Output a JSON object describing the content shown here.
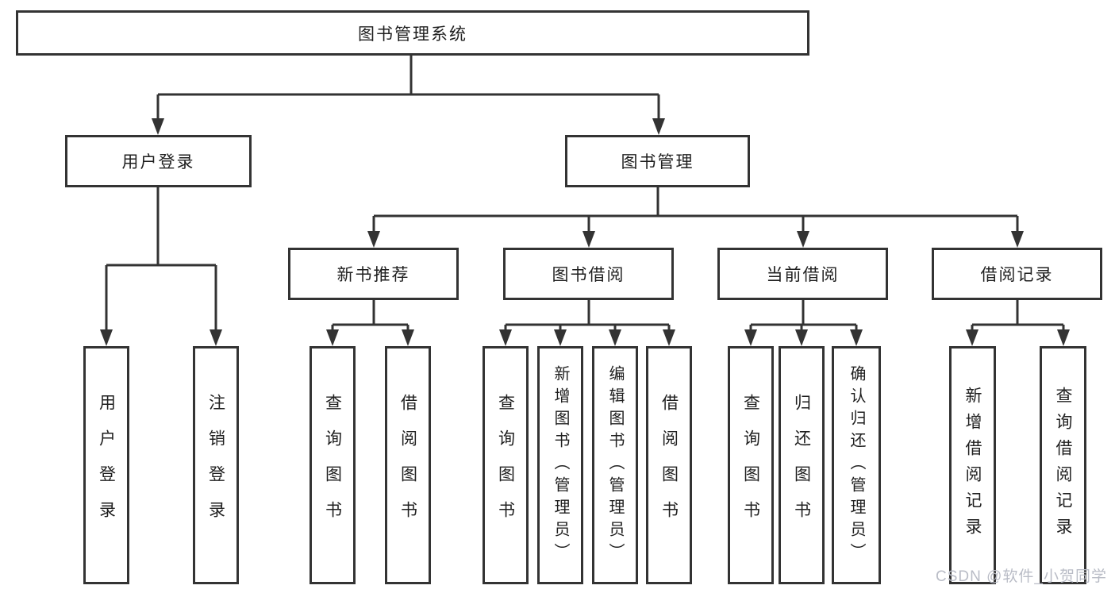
{
  "colors": {
    "line": "#333333",
    "text": "#1f1f1f",
    "background": "#ffffff",
    "watermark": "#b9bcc6"
  },
  "watermark": "CSDN @软件_小贺同学",
  "nodes": {
    "root": {
      "label": "图书管理系统"
    },
    "userLogin": {
      "label": "用户登录"
    },
    "bookManagement": {
      "label": "图书管理"
    },
    "newBooks": {
      "label": "新书推荐"
    },
    "bookBorrow": {
      "label": "图书借阅"
    },
    "currentBorrow": {
      "label": "当前借阅"
    },
    "borrowRecords": {
      "label": "借阅记录"
    }
  },
  "leaves": [
    {
      "id": "user-login",
      "parent": "用户登录",
      "label": "用户登录"
    },
    {
      "id": "logout",
      "parent": "用户登录",
      "label": "注销登录"
    },
    {
      "id": "query-books-1",
      "parent": "新书推荐",
      "label": "查询图书"
    },
    {
      "id": "borrow-books-1",
      "parent": "新书推荐",
      "label": "借阅图书"
    },
    {
      "id": "query-books-2",
      "parent": "图书借阅",
      "label": "查询图书"
    },
    {
      "id": "add-book-admin",
      "parent": "图书借阅",
      "label": "新增图书（管理员）"
    },
    {
      "id": "edit-book-admin",
      "parent": "图书借阅",
      "label": "编辑图书（管理员）"
    },
    {
      "id": "borrow-books-2",
      "parent": "图书借阅",
      "label": "借阅图书"
    },
    {
      "id": "query-books-3",
      "parent": "当前借阅",
      "label": "查询图书"
    },
    {
      "id": "return-books",
      "parent": "当前借阅",
      "label": "归还图书"
    },
    {
      "id": "confirm-return-admin",
      "parent": "当前借阅",
      "label": "确认归还（管理员）"
    },
    {
      "id": "add-borrow-record",
      "parent": "借阅记录",
      "label": "新增借阅记录"
    },
    {
      "id": "query-borrow-record",
      "parent": "借阅记录",
      "label": "查询借阅记录"
    }
  ]
}
